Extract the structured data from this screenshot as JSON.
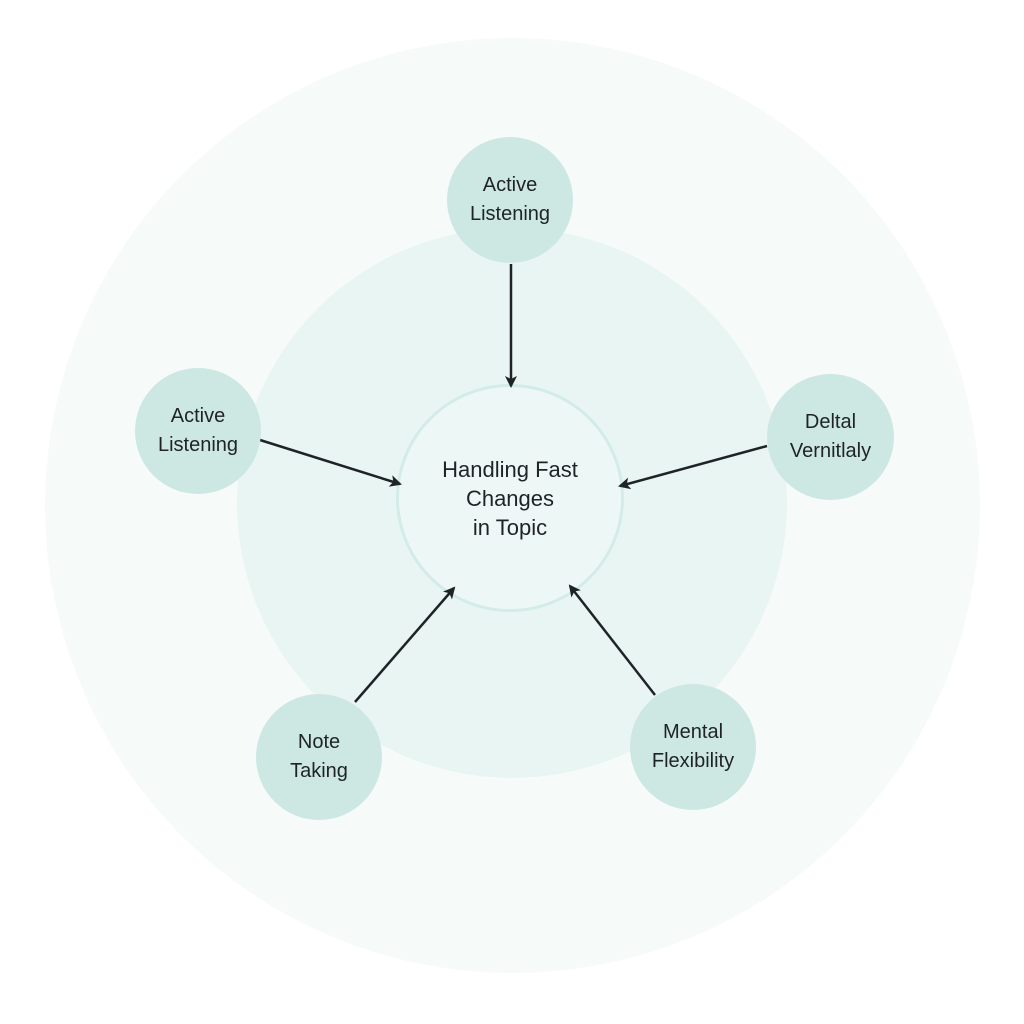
{
  "diagram": {
    "center": {
      "label": "Handling Fast\nChanges\nin Topic"
    },
    "nodes": [
      {
        "id": "top",
        "label": "Active\nListening"
      },
      {
        "id": "left",
        "label": "Active\nListening"
      },
      {
        "id": "right",
        "label": "Deltal\nVernitlaly"
      },
      {
        "id": "bottom-left",
        "label": "Note\nTaking"
      },
      {
        "id": "bottom-right",
        "label": "Mental\nFlexibility"
      }
    ],
    "colors": {
      "outer_ring": "#f6fbf9",
      "inner_ring": "#e9f5f2",
      "center_fill": "#edf8f6",
      "center_border": "#d4ece8",
      "node_fill": "#cde8e3",
      "arrow": "#1f2326",
      "text": "#1f2326"
    }
  }
}
